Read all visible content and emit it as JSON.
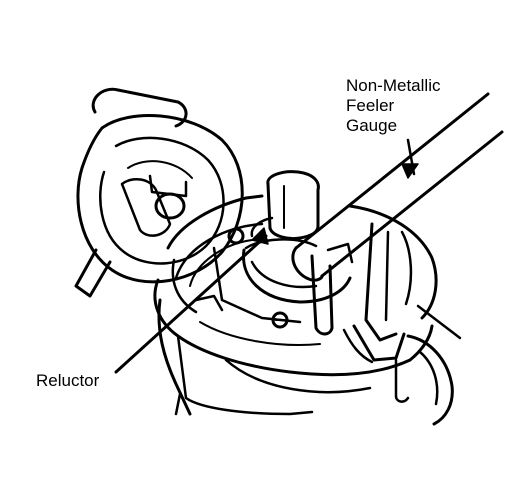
{
  "labels": {
    "feeler_line1": "Non-Metallic",
    "feeler_line2": "Feeler",
    "feeler_line3": "Gauge",
    "reluctor": "Reluctor"
  },
  "colors": {
    "ink": "#000000",
    "background": "#ffffff"
  }
}
